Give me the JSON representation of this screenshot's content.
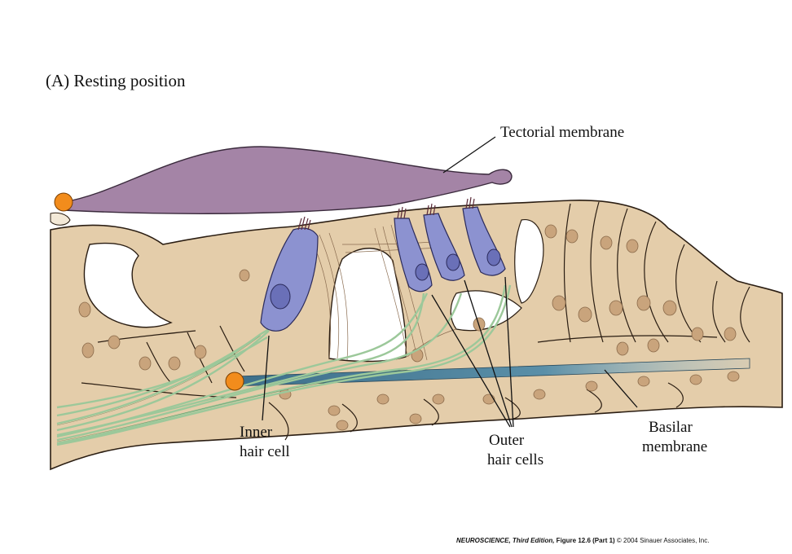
{
  "panel_title": "(A)  Resting position",
  "labels": {
    "tectorial_membrane": "Tectorial membrane",
    "inner_hair_cell": [
      "Inner",
      "hair cell"
    ],
    "outer_hair_cells": [
      "Outer",
      "hair cells"
    ],
    "basilar_membrane": [
      "Basilar",
      "membrane"
    ]
  },
  "credit": {
    "book": "NEUROSCIENCE, Third Edition,",
    "figure": " Figure 12.6 (Part 1)",
    "copyright": "  © 2004 Sinauer Associates, Inc."
  },
  "colors": {
    "tectorial": "#a484a6",
    "tissue": "#e4cdaa",
    "tissue_outline": "#2a1d12",
    "hair_cell": "#8c92d0",
    "nucleus": "#6a70b8",
    "nerve_fiber": "#9cc89a",
    "basilar": "#4e7f99",
    "pivot": "#f28c1c",
    "cell_nucleus": "#c9a47c"
  }
}
